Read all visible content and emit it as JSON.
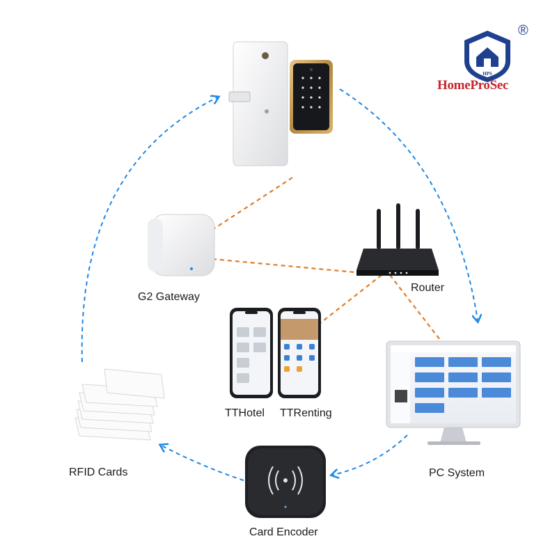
{
  "brand": {
    "name": "HomeProSec",
    "shield_text": "HPS",
    "registered_mark": "®",
    "watermark": "HomeProSec"
  },
  "nodes": {
    "gateway": "G2 Gateway",
    "router": "Router",
    "ttHotel": "TTHotel",
    "ttRenting": "TTRenting",
    "rfid": "RFID Cards",
    "pc": "PC System",
    "encoder": "Card Encoder"
  },
  "colors": {
    "blue_flow": "#1e88e5",
    "orange_link": "#e07b24",
    "brand_red": "#c6262e",
    "brand_navy": "#1f3f8f"
  }
}
